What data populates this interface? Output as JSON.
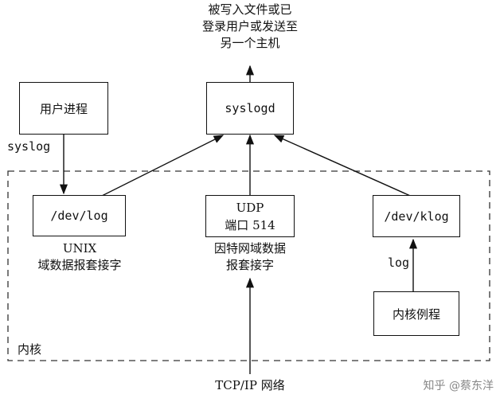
{
  "top_note": [
    "被写入文件或已",
    "登录用户或发送至",
    "另一个主机"
  ],
  "boxes": {
    "user_process": "用户进程",
    "syslogd": "syslogd",
    "dev_log": "/dev/log",
    "udp": [
      "UDP",
      "端口 514"
    ],
    "dev_klog": "/dev/klog",
    "kernel_routine": "内核例程"
  },
  "labels": {
    "syslog_call": "syslog",
    "log_call": "log",
    "unix_socket": [
      "UNIX",
      "域数据报套接字"
    ],
    "inet_socket": [
      "因特网域数据",
      "报套接字"
    ],
    "kernel": "内核",
    "tcpip": "TCP/IP 网络"
  },
  "watermark": "知乎 @蔡东洋"
}
